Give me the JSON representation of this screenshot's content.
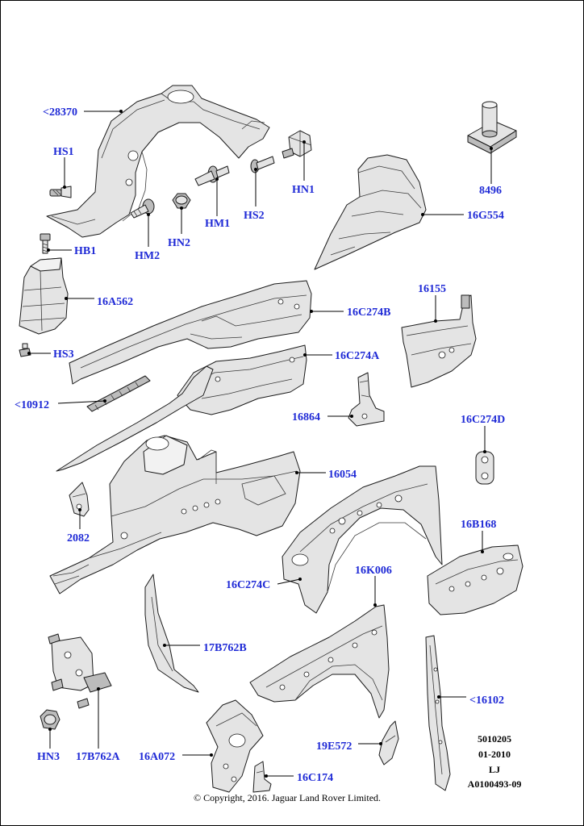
{
  "callouts": [
    {
      "id": "28370",
      "text": "<28370"
    },
    {
      "id": "HS1",
      "text": "HS1"
    },
    {
      "id": "HN1",
      "text": "HN1"
    },
    {
      "id": "8496",
      "text": "8496"
    },
    {
      "id": "16G554",
      "text": "16G554"
    },
    {
      "id": "HM1",
      "text": "HM1"
    },
    {
      "id": "HS2",
      "text": "HS2"
    },
    {
      "id": "HN2",
      "text": "HN2"
    },
    {
      "id": "HB1",
      "text": "HB1"
    },
    {
      "id": "HM2",
      "text": "HM2"
    },
    {
      "id": "16A562",
      "text": "16A562"
    },
    {
      "id": "16155",
      "text": "16155"
    },
    {
      "id": "16C274B",
      "text": "16C274B"
    },
    {
      "id": "HS3",
      "text": "HS3"
    },
    {
      "id": "16C274A",
      "text": "16C274A"
    },
    {
      "id": "10912",
      "text": "<10912"
    },
    {
      "id": "16864",
      "text": "16864"
    },
    {
      "id": "16C274D",
      "text": "16C274D"
    },
    {
      "id": "16054",
      "text": "16054"
    },
    {
      "id": "2082",
      "text": "2082"
    },
    {
      "id": "16B168",
      "text": "16B168"
    },
    {
      "id": "16K006",
      "text": "16K006"
    },
    {
      "id": "16C274C",
      "text": "16C274C"
    },
    {
      "id": "17B762B",
      "text": "17B762B"
    },
    {
      "id": "16102",
      "text": "<16102"
    },
    {
      "id": "19E572",
      "text": "19E572"
    },
    {
      "id": "HN3",
      "text": "HN3"
    },
    {
      "id": "17B762A",
      "text": "17B762A"
    },
    {
      "id": "16A072",
      "text": "16A072"
    },
    {
      "id": "16C174",
      "text": "16C174"
    }
  ],
  "info_block": {
    "line1": "5010205",
    "line2": "01-2010",
    "line3": "LJ",
    "line4": "A0100493-09"
  },
  "copyright": "© Copyright, 2016. Jaguar Land Rover Limited.",
  "colors": {
    "callout_text": "#1f2ad6",
    "line_art": "#1a1a1a",
    "part_fill": "#e4e4e4"
  }
}
